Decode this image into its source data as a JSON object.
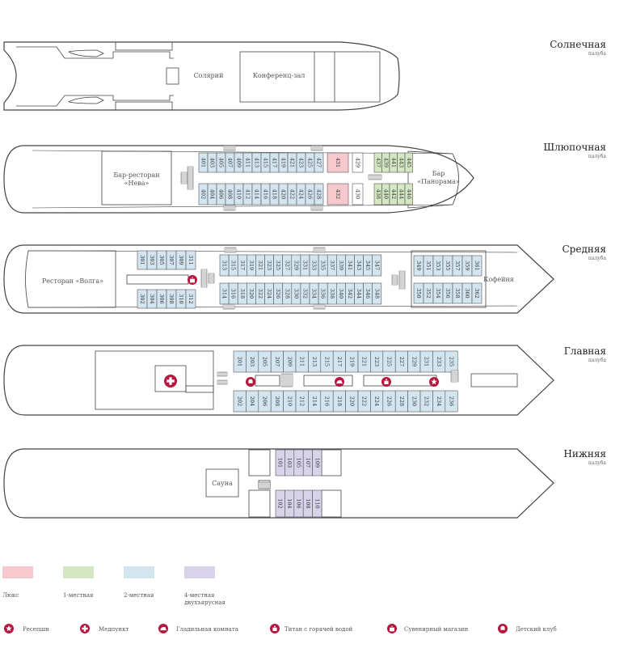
{
  "decks": [
    {
      "title": "Солнечная",
      "sub": "палуба"
    },
    {
      "title": "Шлюпочная",
      "sub": "палуба"
    },
    {
      "title": "Средняя",
      "sub": "палуба"
    },
    {
      "title": "Главная",
      "sub": "палуба"
    },
    {
      "title": "Нижняя",
      "sub": "палуба"
    }
  ],
  "rooms": {
    "solarium": "Солярий",
    "conference": "Конференц-зал",
    "bar_neva_1": "Бар-ресторан",
    "bar_neva_2": "«Нева»",
    "bar_panorama_1": "Бар",
    "bar_panorama_2": "«Панорама»",
    "restaurant_volga": "Ресторан «Волга»",
    "cafe": "Кофейня",
    "sauna": "Сауна"
  },
  "cabins": {
    "boat_top": [
      "401",
      "403",
      "405",
      "407",
      "409",
      "411",
      "413",
      "415",
      "417",
      "419",
      "421",
      "423",
      "425",
      "427"
    ],
    "boat_bottom": [
      "402",
      "404",
      "406",
      "408",
      "410",
      "412",
      "414",
      "416",
      "418",
      "420",
      "422",
      "424",
      "426",
      "428"
    ],
    "boat_lux": [
      "431",
      "432"
    ],
    "boat_mid": [
      "429",
      "430"
    ],
    "boat_single_top": [
      "437",
      "439",
      "441",
      "443",
      "445"
    ],
    "boat_single_bottom": [
      "438",
      "440",
      "442",
      "444",
      "446"
    ],
    "mid_aft_top": [
      "301",
      "303",
      "305",
      "307",
      "309",
      "311"
    ],
    "mid_aft_bottom": [
      "302",
      "304",
      "306",
      "308",
      "310",
      "312"
    ],
    "mid_top": [
      "313",
      "315",
      "317",
      "319",
      "321",
      "323",
      "325",
      "327",
      "329",
      "331",
      "333",
      "335",
      "337",
      "339",
      "341",
      "343",
      "345",
      "347"
    ],
    "mid_bottom": [
      "314",
      "316",
      "318",
      "320",
      "322",
      "324",
      "326",
      "328",
      "330",
      "332",
      "334",
      "336",
      "338",
      "340",
      "342",
      "344",
      "346",
      "348"
    ],
    "mid_fore_top": [
      "349",
      "351",
      "353",
      "355",
      "357",
      "359",
      "361"
    ],
    "mid_fore_bottom": [
      "350",
      "352",
      "354",
      "356",
      "358",
      "360",
      "362"
    ],
    "main_top": [
      "201",
      "203",
      "205",
      "207",
      "209",
      "211",
      "213",
      "215",
      "217",
      "219",
      "221",
      "223",
      "225",
      "227",
      "229",
      "231",
      "233",
      "235"
    ],
    "main_bottom": [
      "202",
      "204",
      "206",
      "208",
      "210",
      "212",
      "214",
      "216",
      "218",
      "220",
      "222",
      "224",
      "226",
      "228",
      "230",
      "232",
      "234",
      "236"
    ],
    "lower_top": [
      "101",
      "103",
      "105",
      "107",
      "109"
    ],
    "lower_bottom": [
      "102",
      "104",
      "106",
      "108",
      "110"
    ]
  },
  "legend": [
    {
      "label": "Люкс",
      "color": "#f6c9cf"
    },
    {
      "label": "1-местная",
      "color": "#d5e6c2"
    },
    {
      "label": "2-местная",
      "color": "#d3e6ef"
    },
    {
      "label": "4-местная двухъярусная",
      "color": "#d8d2ea"
    }
  ],
  "amenities": [
    {
      "label": "Ресепшн",
      "icon": "star-icon"
    },
    {
      "label": "Медпункт",
      "icon": "cross-icon"
    },
    {
      "label": "Гладильная комната",
      "icon": "iron-icon"
    },
    {
      "label": "Титан с горячей водой",
      "icon": "kettle-icon"
    },
    {
      "label": "Сувенирный магазин",
      "icon": "gift-icon"
    },
    {
      "label": "Детский клуб",
      "icon": "kids-icon"
    }
  ],
  "colors": {
    "lux": "#f6c9cf",
    "single": "#d5e6c2",
    "double": "#d3e6ef",
    "quad": "#d8d2ea",
    "icon": "#b5173e",
    "line": "#444"
  }
}
